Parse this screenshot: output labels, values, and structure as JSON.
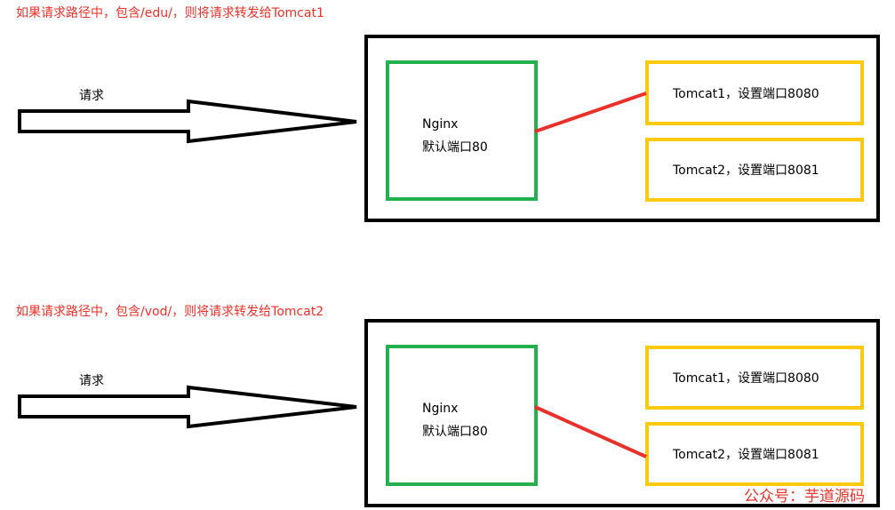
{
  "diagrams": [
    {
      "caption": "如果请求路径中，包含/edu/，则将请求转发给Tomcat1",
      "request_label": "请求",
      "nginx": {
        "name": "Nginx",
        "port": "默认端口80"
      },
      "tomcats": [
        {
          "label": "Tomcat1，设置端口8080"
        },
        {
          "label": "Tomcat2，设置端口8081"
        }
      ],
      "routed_to": "Tomcat1"
    },
    {
      "caption": "如果请求路径中，包含/vod/，则将请求转发给Tomcat2",
      "request_label": "请求",
      "nginx": {
        "name": "Nginx",
        "port": "默认端口80"
      },
      "tomcats": [
        {
          "label": "Tomcat1，设置端口8080"
        },
        {
          "label": "Tomcat2，设置端口8081"
        }
      ],
      "routed_to": "Tomcat2"
    }
  ],
  "watermark": "公众号：芋道源码",
  "colors": {
    "caption": "#e8312a",
    "nginx_border": "#22b14c",
    "tomcat_border": "#ffc90e",
    "route_line": "#e8312a",
    "outer_border": "#000000"
  }
}
